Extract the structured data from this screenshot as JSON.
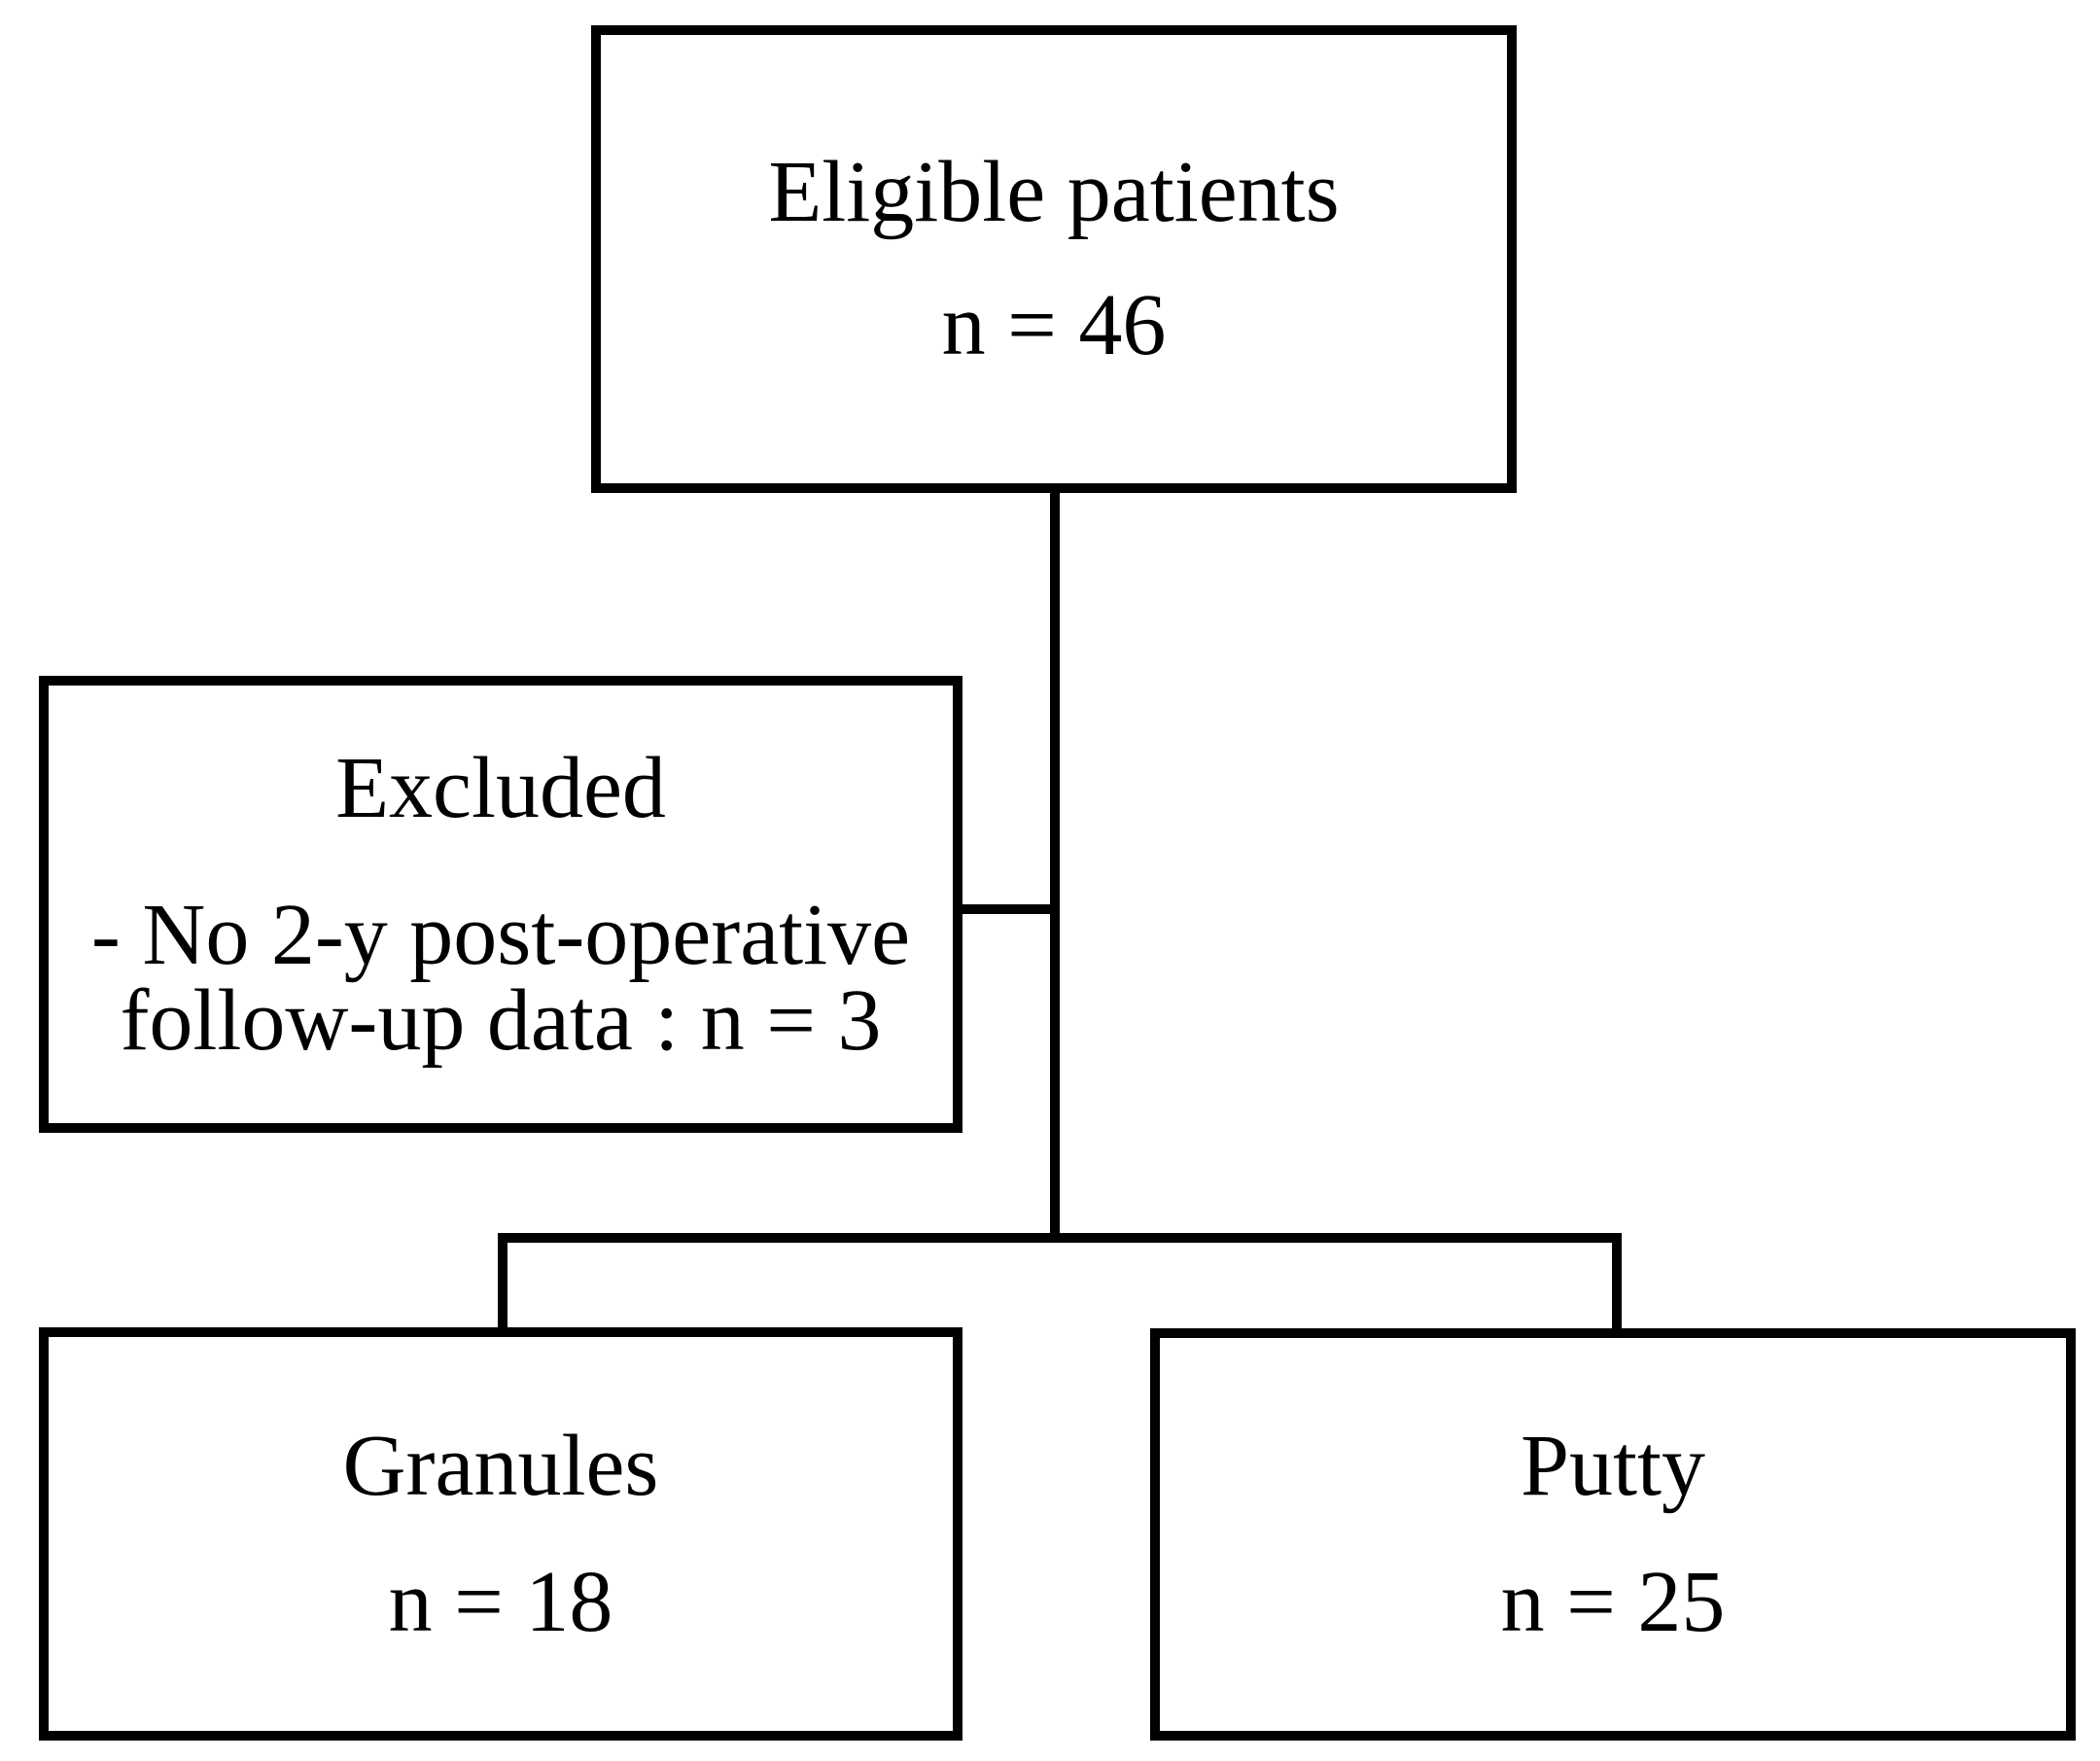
{
  "figure": {
    "type": "flowchart",
    "background": "#ffffff",
    "ink": "#000000"
  },
  "boxes": {
    "eligible": {
      "title": "Eligible patients",
      "count": "n = 46"
    },
    "excluded": {
      "title": "Excluded",
      "reason_line1": "- No 2-y post-operative",
      "reason_line2": "follow-up data : n = 3"
    },
    "granules": {
      "title": "Granules",
      "count": "n = 18"
    },
    "putty": {
      "title": "Putty",
      "count": "n = 25"
    }
  }
}
